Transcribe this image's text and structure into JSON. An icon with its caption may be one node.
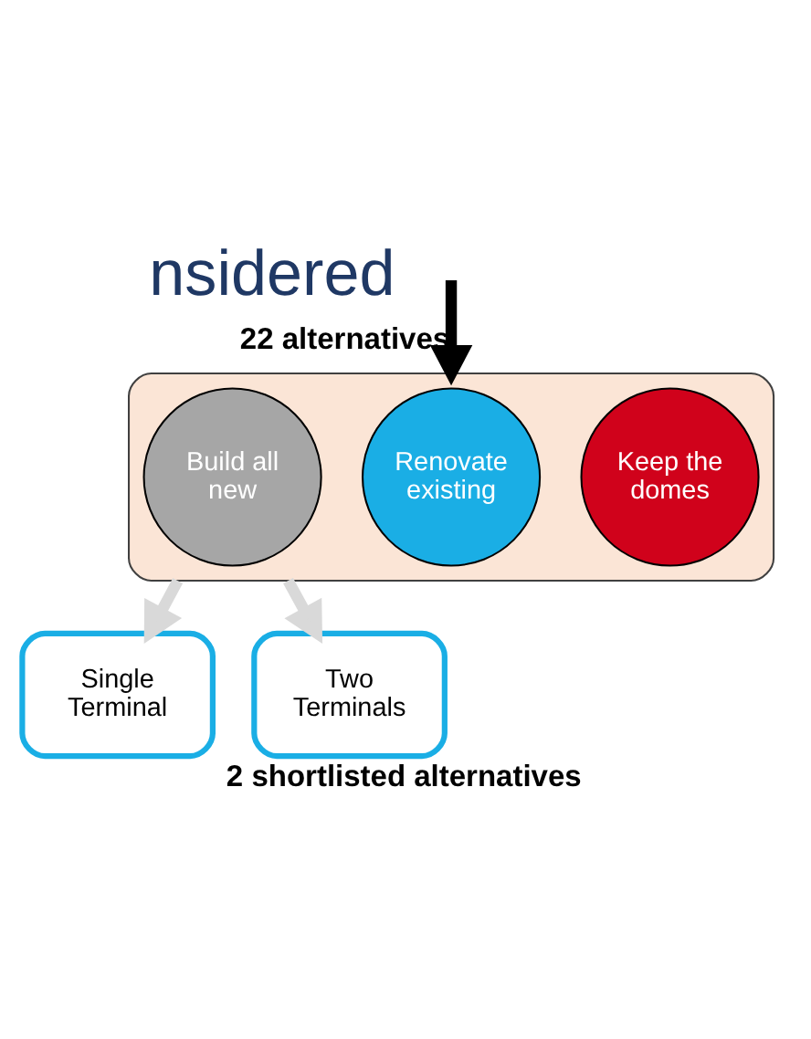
{
  "diagram": {
    "title": "nsidered",
    "caption": "2 shortlisted alternatives",
    "nodes": [
      {
        "text": [],
        "shape": "funnel"
      },
      {
        "text": [
          "Keep the domes"
        ],
        "in": 0
      },
      {
        "text": [
          "Renovate existing"
        ],
        "in": 0
      },
      {
        "text": [
          "Build all new"
        ],
        "in": 0
      },
      {
        "text": [
          "Single Terminal"
        ]
      },
      {
        "text": [
          "Two Terminals"
        ]
      }
    ],
    "edges": [
      {
        "from": null,
        "to": 0,
        "arrow": "to",
        "label": "22 alternatives",
        "color": "#000000"
      },
      {
        "from": 0,
        "to": 4,
        "arrow": "to"
      },
      {
        "from": 0,
        "to": 5,
        "arrow": "to"
      }
    ]
  }
}
